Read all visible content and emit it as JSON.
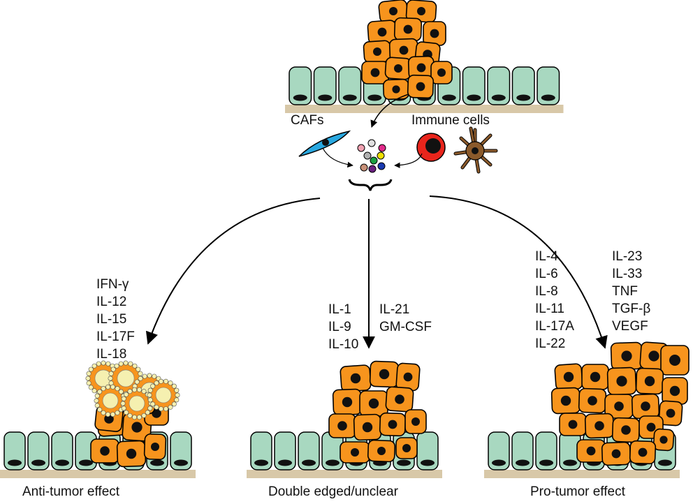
{
  "sources": {
    "cafs_label": "CAFs",
    "immune_label": "Immune cells"
  },
  "columns": {
    "anti": {
      "cytokines": [
        "IFN-γ",
        "IL-12",
        "IL-15",
        "IL-17F",
        "IL-18"
      ],
      "caption": "Anti-tumor effect"
    },
    "double": {
      "cytokines_left": [
        "IL-1",
        "IL-9",
        "IL-10"
      ],
      "cytokines_right": [
        "IL-21",
        "GM-CSF"
      ],
      "caption": "Double edged/unclear"
    },
    "pro": {
      "cytokines_left": [
        "IL-4",
        "IL-6",
        "IL-8",
        "IL-11",
        "IL-17A",
        "IL-22"
      ],
      "cytokines_right": [
        "IL-23",
        "IL-33",
        "TNF",
        "TGF-β",
        "VEGF"
      ],
      "caption": "Pro-tumor effect"
    }
  },
  "colors": {
    "epithelium": "#a8d8c0",
    "basement": "#d8c8a8",
    "tumor": "#f7941d",
    "nucleus": "#111111",
    "caf": "#29a8e0",
    "immune_red": "#e8251c",
    "dendritic": "#8b5a2b",
    "immune_halo": "#f5f0b0"
  }
}
